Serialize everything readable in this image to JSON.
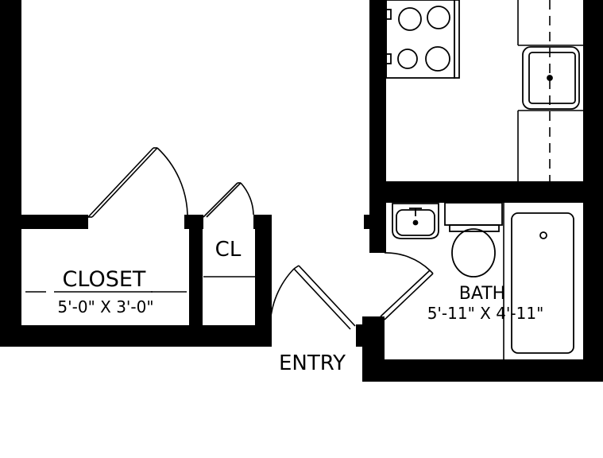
{
  "rooms": {
    "closet": {
      "name": "CLOSET",
      "size": "5'-0\" X 3'-0\""
    },
    "cl": {
      "name": "CL"
    },
    "bath": {
      "name": "BATH",
      "size": "5'-11\" X 4'-11\""
    },
    "entry": {
      "name": "ENTRY"
    }
  },
  "colors": {
    "wall": "#000000",
    "background": "#ffffff"
  },
  "icons": [
    "kitchen-range-icon",
    "kitchen-sink-icon",
    "bathroom-sink-icon",
    "toilet-icon",
    "bathtub-icon",
    "door-swing-icon"
  ]
}
